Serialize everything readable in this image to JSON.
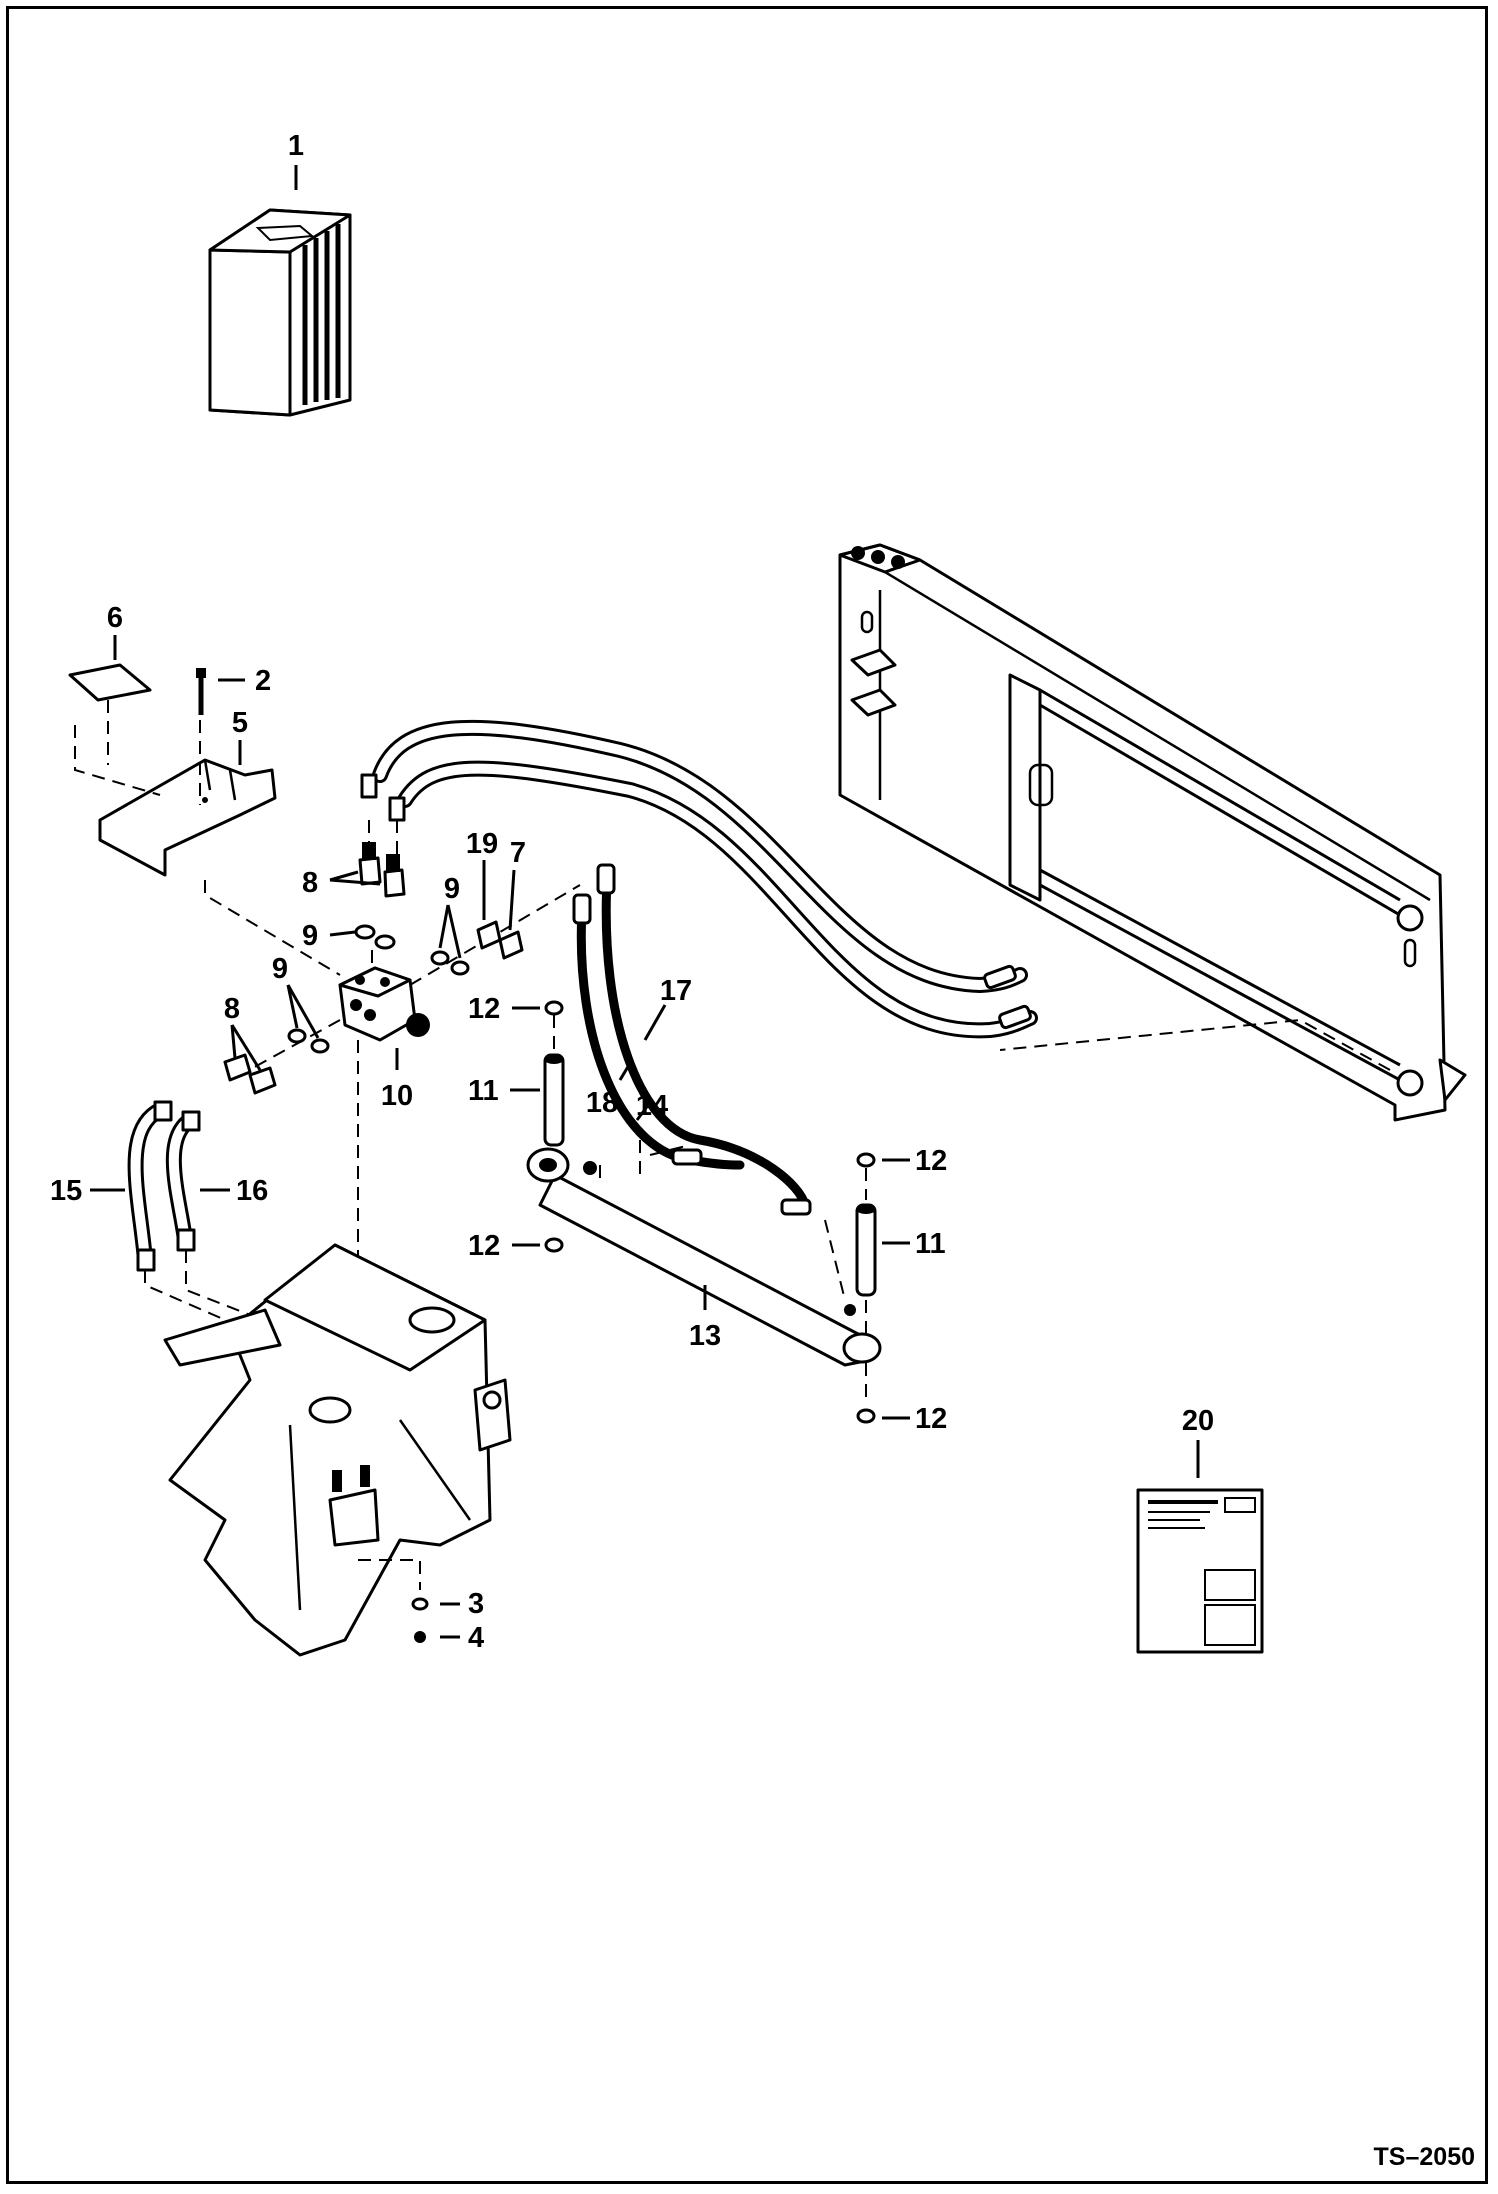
{
  "diagram": {
    "reference_code": "TS–2050",
    "callouts": [
      {
        "id": "c1",
        "label": "1"
      },
      {
        "id": "c2",
        "label": "2"
      },
      {
        "id": "c3",
        "label": "3"
      },
      {
        "id": "c4",
        "label": "4"
      },
      {
        "id": "c5",
        "label": "5"
      },
      {
        "id": "c6",
        "label": "6"
      },
      {
        "id": "c7",
        "label": "7"
      },
      {
        "id": "c8a",
        "label": "8"
      },
      {
        "id": "c8b",
        "label": "8"
      },
      {
        "id": "c9a",
        "label": "9"
      },
      {
        "id": "c9b",
        "label": "9"
      },
      {
        "id": "c9c",
        "label": "9"
      },
      {
        "id": "c10",
        "label": "10"
      },
      {
        "id": "c11a",
        "label": "11"
      },
      {
        "id": "c11b",
        "label": "11"
      },
      {
        "id": "c12a",
        "label": "12"
      },
      {
        "id": "c12b",
        "label": "12"
      },
      {
        "id": "c12c",
        "label": "12"
      },
      {
        "id": "c12d",
        "label": "12"
      },
      {
        "id": "c13",
        "label": "13"
      },
      {
        "id": "c14",
        "label": "14"
      },
      {
        "id": "c15",
        "label": "15"
      },
      {
        "id": "c16",
        "label": "16"
      },
      {
        "id": "c17",
        "label": "17"
      },
      {
        "id": "c18",
        "label": "18"
      },
      {
        "id": "c19",
        "label": "19"
      },
      {
        "id": "c20",
        "label": "20"
      }
    ]
  }
}
